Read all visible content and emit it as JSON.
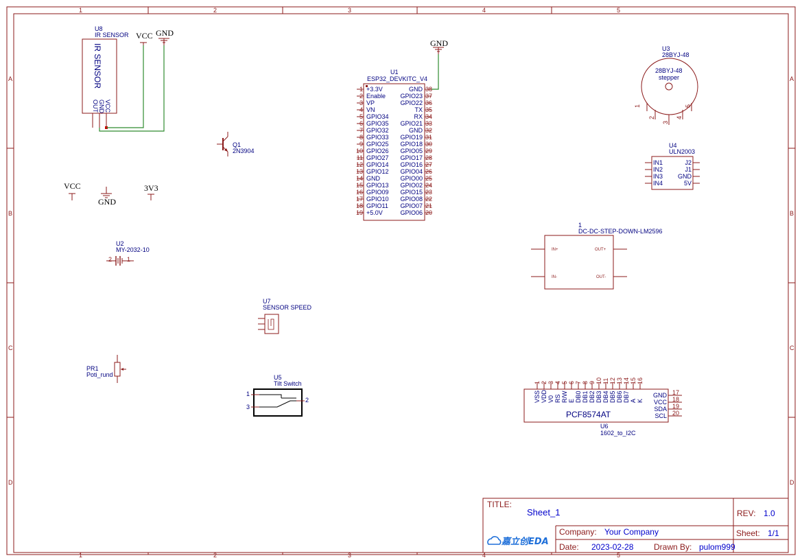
{
  "zones": {
    "columns": [
      "1",
      "2",
      "3",
      "4",
      "5"
    ],
    "rows": [
      "A",
      "B",
      "C",
      "D"
    ]
  },
  "components": {
    "u8": {
      "ref": "U8",
      "value": "IR SENSOR",
      "body_text": "IR SENSOR",
      "pins": [
        "OUT",
        "GND",
        "VCC"
      ]
    },
    "q1": {
      "ref": "Q1",
      "value": "2N3904"
    },
    "u2": {
      "ref": "U2",
      "value": "MY-2032-10",
      "pins": [
        "2",
        "1"
      ]
    },
    "u7": {
      "ref": "U7",
      "value": "SENSOR SPEED"
    },
    "pr1": {
      "ref": "PR1",
      "value": "Poti_rund"
    },
    "u5": {
      "ref": "U5",
      "value": "Tilt Switch",
      "pins": [
        "1",
        "3",
        "2"
      ]
    },
    "u1": {
      "ref": "U1",
      "value": "ESP32_DEVKITC_V4",
      "left_pins": [
        {
          "no": "1",
          "name": "+3.3V"
        },
        {
          "no": "2",
          "name": "Enable"
        },
        {
          "no": "3",
          "name": "VP"
        },
        {
          "no": "4",
          "name": "VN"
        },
        {
          "no": "5",
          "name": "GPIO34"
        },
        {
          "no": "6",
          "name": "GPIO35"
        },
        {
          "no": "7",
          "name": "GPIO32"
        },
        {
          "no": "8",
          "name": "GPIO33"
        },
        {
          "no": "9",
          "name": "GPIO25"
        },
        {
          "no": "10",
          "name": "GPIO26"
        },
        {
          "no": "11",
          "name": "GPIO27"
        },
        {
          "no": "12",
          "name": "GPIO14"
        },
        {
          "no": "13",
          "name": "GPIO12"
        },
        {
          "no": "14",
          "name": "GND"
        },
        {
          "no": "15",
          "name": "GPIO13"
        },
        {
          "no": "16",
          "name": "GPIO09"
        },
        {
          "no": "17",
          "name": "GPIO10"
        },
        {
          "no": "18",
          "name": "GPIO11"
        },
        {
          "no": "19",
          "name": "+5.0V"
        }
      ],
      "right_pins": [
        {
          "no": "38",
          "name": "GND"
        },
        {
          "no": "37",
          "name": "GPIO23"
        },
        {
          "no": "36",
          "name": "GPIO22"
        },
        {
          "no": "35",
          "name": "TX"
        },
        {
          "no": "34",
          "name": "RX"
        },
        {
          "no": "33",
          "name": "GPIO21"
        },
        {
          "no": "32",
          "name": "GND"
        },
        {
          "no": "31",
          "name": "GPIO19"
        },
        {
          "no": "30",
          "name": "GPIO18"
        },
        {
          "no": "29",
          "name": "GPIO05"
        },
        {
          "no": "28",
          "name": "GPIO17"
        },
        {
          "no": "27",
          "name": "GPIO16"
        },
        {
          "no": "26",
          "name": "GPIO04"
        },
        {
          "no": "25",
          "name": "GPIO00"
        },
        {
          "no": "24",
          "name": "GPIO02"
        },
        {
          "no": "23",
          "name": "GPIO15"
        },
        {
          "no": "22",
          "name": "GPIO08"
        },
        {
          "no": "21",
          "name": "GPIO07"
        },
        {
          "no": "20",
          "name": "GPIO06"
        }
      ]
    },
    "u3": {
      "ref": "U3",
      "value": "28BYJ-48",
      "body_line1": "28BYJ-48",
      "body_line2": "stepper",
      "pins": [
        "1",
        "2",
        "3",
        "4",
        "5"
      ]
    },
    "u4": {
      "ref": "U4",
      "value": "ULN2003",
      "left_pins": [
        "IN1",
        "IN2",
        "IN3",
        "IN4"
      ],
      "right_pins": [
        "J2",
        "J1",
        "GND",
        "5V"
      ]
    },
    "dcdc": {
      "ref": "1",
      "value": "DC-DC-STEP-DOWN-LM2596",
      "pins": [
        "IN+",
        "OUT+",
        "IN-",
        "OUT-"
      ]
    },
    "u6": {
      "ref": "U6",
      "value": "1602_to_I2C",
      "body_text": "PCF8574AT",
      "top_pins": [
        {
          "no": "1",
          "name": "VSS"
        },
        {
          "no": "2",
          "name": "VDD"
        },
        {
          "no": "3",
          "name": "V0"
        },
        {
          "no": "4",
          "name": "RS"
        },
        {
          "no": "5",
          "name": "R/W"
        },
        {
          "no": "6",
          "name": "E"
        },
        {
          "no": "7",
          "name": "DB0"
        },
        {
          "no": "8",
          "name": "DB1"
        },
        {
          "no": "9",
          "name": "DB2"
        },
        {
          "no": "10",
          "name": "DB3"
        },
        {
          "no": "11",
          "name": "DB4"
        },
        {
          "no": "12",
          "name": "DB5"
        },
        {
          "no": "13",
          "name": "DB6"
        },
        {
          "no": "14",
          "name": "DB7"
        },
        {
          "no": "15",
          "name": "A"
        },
        {
          "no": "16",
          "name": "K"
        }
      ],
      "right_pins": [
        {
          "no": "17",
          "name": "GND"
        },
        {
          "no": "18",
          "name": "VCC"
        },
        {
          "no": "19",
          "name": "SDA"
        },
        {
          "no": "20",
          "name": "SCL"
        }
      ]
    }
  },
  "net_labels": {
    "vcc": "VCC",
    "gnd": "GND",
    "v3v3": "3V3"
  },
  "title_block": {
    "title_key": "TITLE:",
    "title_value": "Sheet_1",
    "rev_key": "REV:",
    "rev_value": "1.0",
    "company_key": "Company:",
    "company_value": "Your Company",
    "sheet_key": "Sheet:",
    "sheet_value": "1/1",
    "date_key": "Date:",
    "date_value": "2023-02-28",
    "drawn_key": "Drawn By:",
    "drawn_value": "pulom999",
    "logo_text": "嘉立创EDA"
  },
  "colors": {
    "frame": "#8b1a1a",
    "wire": "#2e8b2e",
    "label": "#000080",
    "value": "#0000cc"
  }
}
